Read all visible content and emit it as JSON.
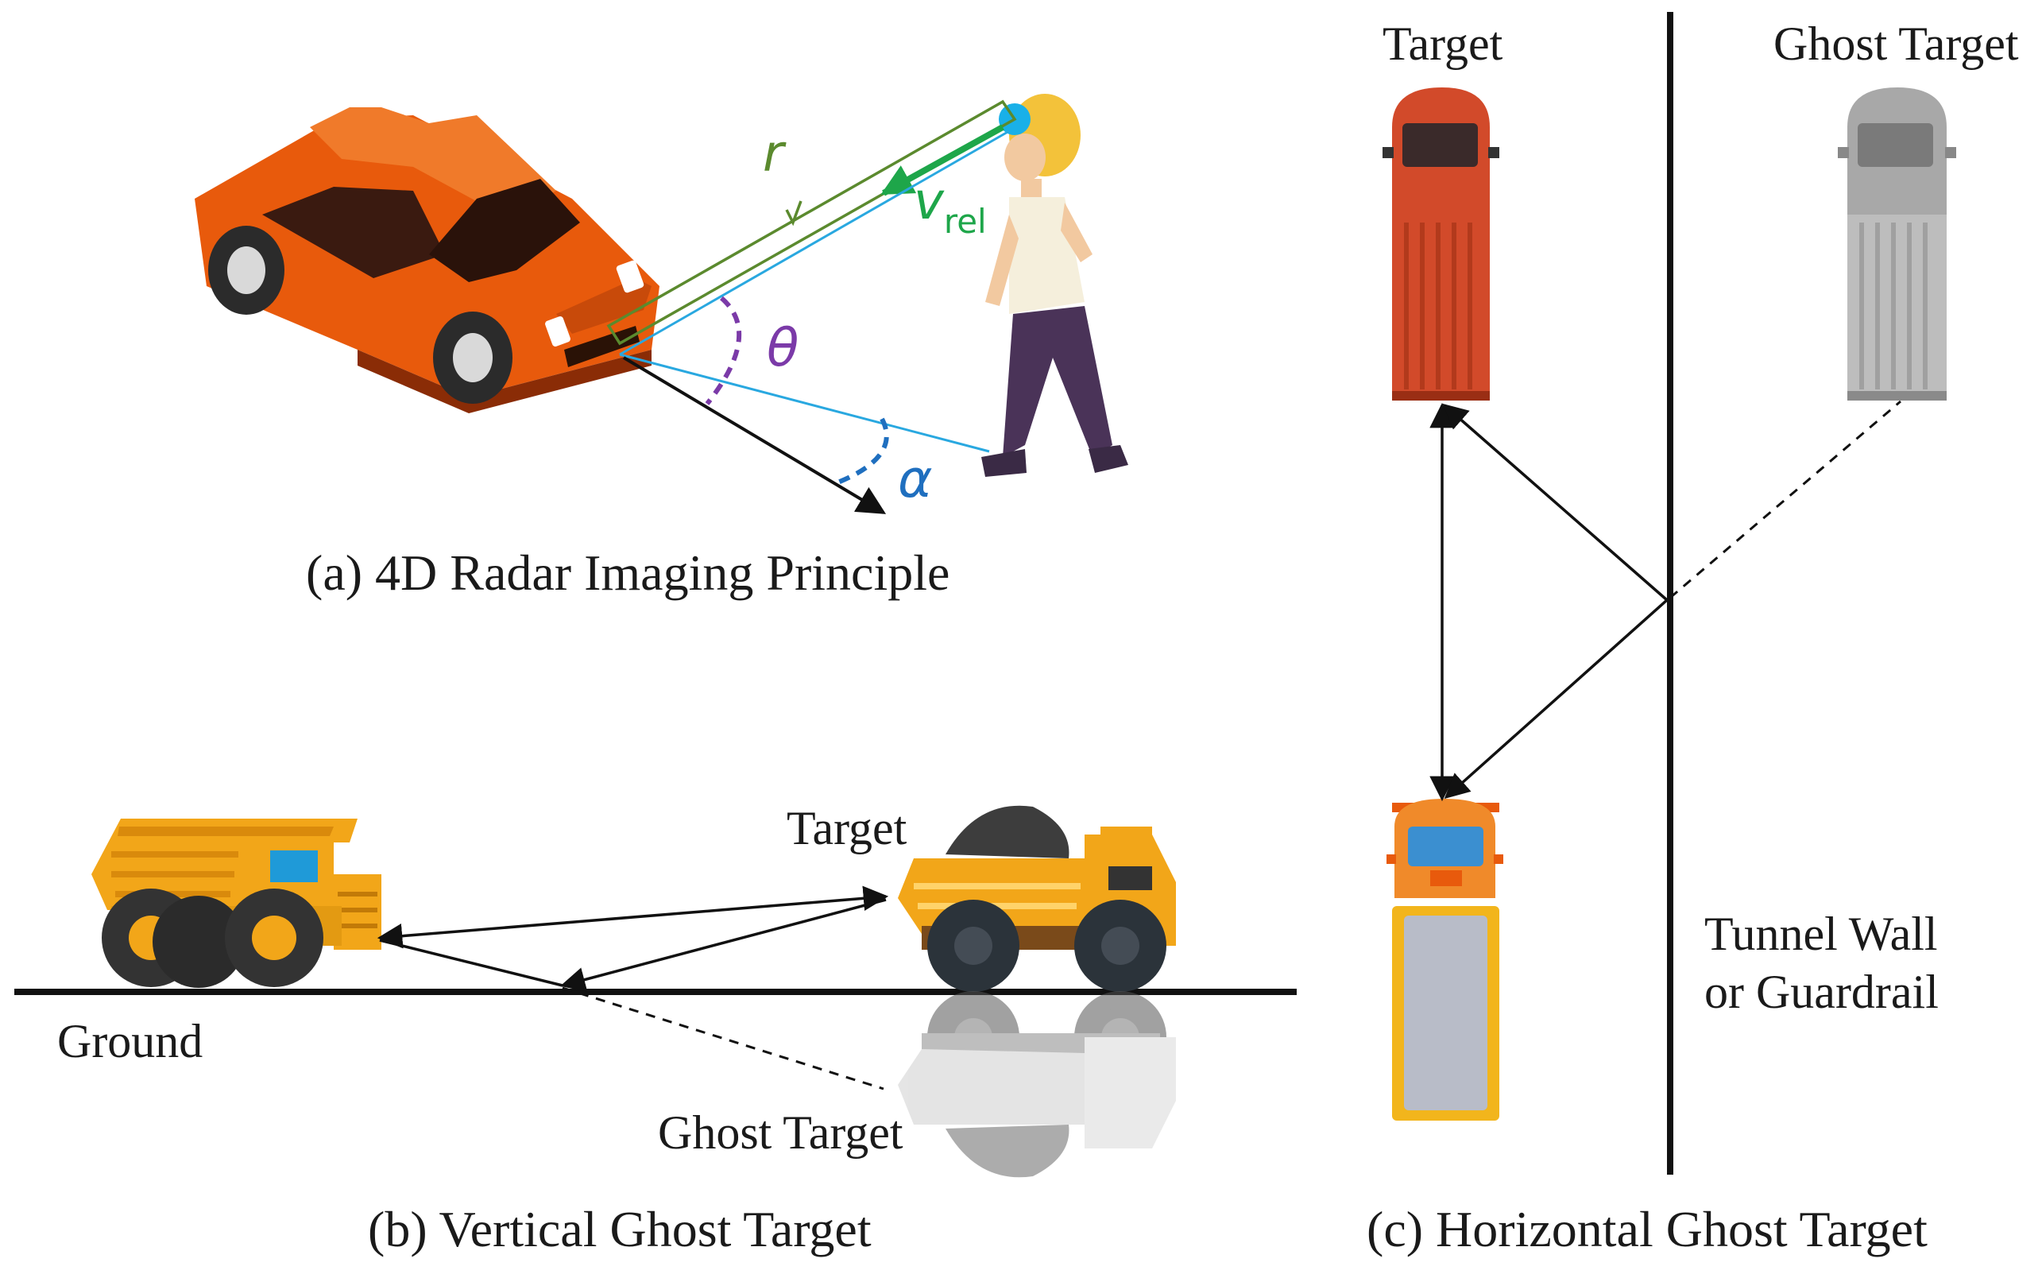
{
  "captions": {
    "a": "(a) 4D Radar Imaging Principle",
    "b": "(b) Vertical Ghost Target",
    "c": "(c) Horizontal Ghost Target"
  },
  "panel_a": {
    "range_symbol": "r",
    "velocity_symbol": "v",
    "velocity_subscript": "rel",
    "azimuth_symbol": "θ",
    "elevation_symbol": "α"
  },
  "panel_b": {
    "target_label": "Target",
    "ground_label": "Ground",
    "ghost_label": "Ghost Target"
  },
  "panel_c": {
    "target_label": "Target",
    "ghost_label": "Ghost Target",
    "wall_label_line1": "Tunnel Wall",
    "wall_label_line2": "or Guardrail"
  },
  "colors": {
    "range": "#5b8a2e",
    "velocity": "#1ea64a",
    "beam": "#29a8e0",
    "azimuth": "#7b3aa8",
    "elevation": "#1f6fbf",
    "car": "#e85a0c",
    "pickup": "#d24a2a",
    "dump_truck": "#f2a619"
  },
  "icons": [
    "car-icon",
    "pedestrian-icon",
    "dump-truck-icon",
    "pickup-truck-icon",
    "bus-icon"
  ]
}
